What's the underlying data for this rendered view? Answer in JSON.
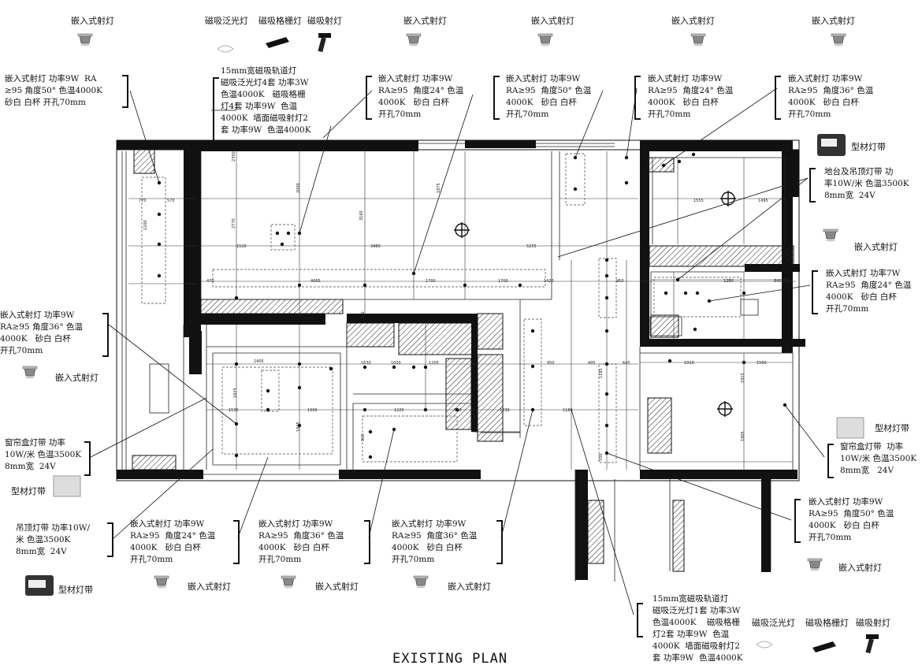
{
  "title": "EXISTING PLAN",
  "top_headers": [
    "嵌入式射灯",
    "磁吸泛光灯",
    "磁吸格栅灯",
    "磁吸射灯",
    "嵌入式射灯",
    "嵌入式射灯",
    "嵌入式射灯",
    "嵌入式射灯"
  ],
  "notes": {
    "n1": "嵌入式射灯 功率9W  RA\n≥95 角度50° 色温4000K\n砂白 白杯 开孔70mm",
    "n2": "15mm宽磁吸轨道灯\n磁吸泛光灯4套 功率3W\n色温4000K   磁吸格栅\n灯4套 功率9W  色温\n4000K  墙面磁吸射灯2\n套 功率9W  色温4000K",
    "n3": "嵌入式射灯 功率9W\nRA≥95  角度24° 色温\n4000K   砂白 白杯\n开孔70mm",
    "n4": "嵌入式射灯 功率9W\nRA≥95  角度50° 色温\n4000K   砂白 白杯\n开孔70mm",
    "n5": "嵌入式射灯 功率9W\nRA≥95  角度24° 色温\n4000K   砂白 白杯\n开孔70mm",
    "n6": "嵌入式射灯 功率9W\nRA≥95  角度36° 色温\n4000K   砂白 白杯\n开孔70mm",
    "n7": "地台及吊顶灯带 功\n率10W/米 色温3500K\n8mm宽  24V",
    "n8": "嵌入式射灯 功率7W\nRA≥95  角度24° 色温\n4000K   砂白 白杯\n开孔70mm",
    "n9": "嵌入式射灯 功率9W\nRA≥95 角度36° 色温\n4000K   砂白 白杯\n开孔70mm",
    "n10": "窗帘盒灯带 功率\n10W/米 色温3500K\n8mm宽  24V",
    "n11": "窗帘盒灯带  功率\n10W/米 色温3500K\n8mm宽   24V",
    "n12": "嵌入式射灯 功率9W\nRA≥95  角度50° 色温\n4000K   砂白 白杯\n开孔70mm",
    "n13": "吊顶灯带 功率10W/\n米 色温3500K\n8mm宽  24V",
    "n14": "嵌入式射灯 功率9W\nRA≥95  角度24° 色温\n4000K   砂白 白杯\n开孔70mm",
    "n15": "嵌入式射灯 功率9W\nRA≥95  角度36° 色温\n4000K   砂白 白杯\n开孔70mm",
    "n16": "嵌入式射灯 功率9W\nRA≥95  角度36° 色温\n4000K   砂白 白杯\n开孔70mm",
    "n17": "15mm宽磁吸轨道灯\n磁吸泛光灯1套 功率3W\n色温4000K    磁吸格栅\n灯2套 功率9W  色温\n4000K  墙面磁吸射灯2\n套 功率9W  色温4000K"
  },
  "legend_labels": {
    "profile1": "型材灯带",
    "downlight_r1": "嵌入式射灯",
    "downlight_l1": "嵌入式射灯",
    "profile2": "型材灯带",
    "profile3": "型材灯带",
    "profile4": "型材灯带",
    "downlight_b1": "嵌入式射灯",
    "downlight_b2": "嵌入式射灯",
    "downlight_b3": "嵌入式射灯",
    "downlight_r2": "嵌入式射灯",
    "mag_flood": "磁吸泛光灯",
    "mag_grille": "磁吸格栅灯",
    "mag_spot": "磁吸射灯"
  },
  "dimensions": [
    "2350",
    "2000",
    "1875",
    "1555",
    "1495",
    "2770",
    "770",
    "570",
    "1200",
    "1520",
    "3160",
    "3480",
    "5255",
    "470",
    "4065",
    "1700",
    "1700",
    "1420",
    "950",
    "2405",
    "1000",
    "1205",
    "1630",
    "1535",
    "1900",
    "1225",
    "1230",
    "950",
    "495",
    "645",
    "1180",
    "1185",
    "1280",
    "840",
    "1910",
    "1560",
    "1915",
    "1905",
    "1825",
    "1845",
    "550",
    "900",
    "520",
    "460"
  ]
}
